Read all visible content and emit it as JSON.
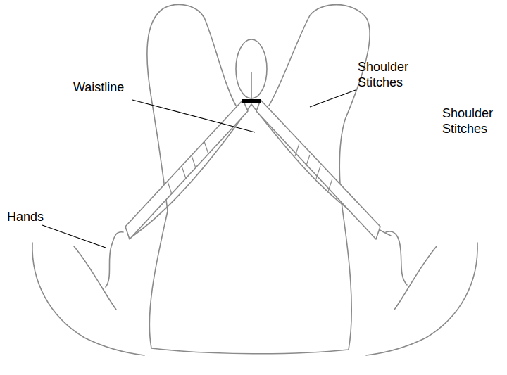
{
  "diagram": {
    "labels": [
      "Waistline",
      "Shoulder Stitches",
      "Hands",
      "Shoulder Stitches"
    ]
  }
}
